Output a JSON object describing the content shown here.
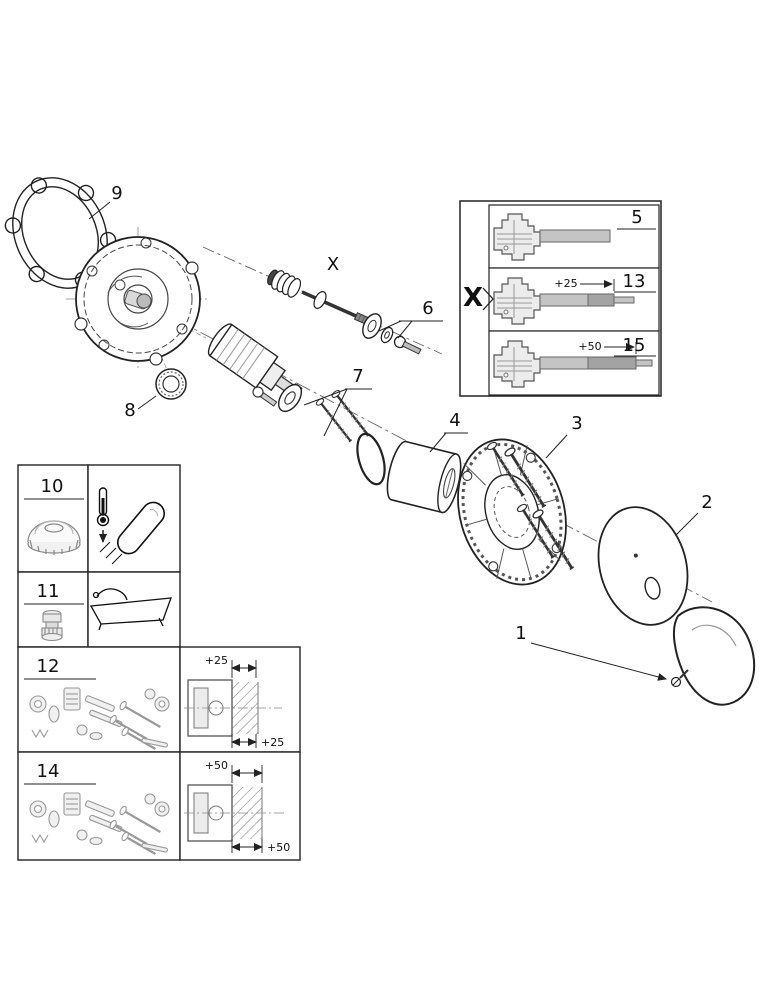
{
  "diagram": {
    "callouts": {
      "c1": "1",
      "c2": "2",
      "c3": "3",
      "c4": "4",
      "c6": "6",
      "c7": "7",
      "c8": "8",
      "c9": "9",
      "spindle_x": "X"
    },
    "variant_box": {
      "group_label": "X",
      "rows": [
        {
          "label": "5",
          "dimension": ""
        },
        {
          "label": "13",
          "dimension": "+25"
        },
        {
          "label": "15",
          "dimension": "+50"
        }
      ]
    },
    "table": {
      "row10": {
        "label": "10"
      },
      "row11": {
        "label": "11"
      },
      "row12": {
        "label": "12",
        "dim_top": "+25",
        "dim_bottom": "+25"
      },
      "row14": {
        "label": "14",
        "dim_top": "+50",
        "dim_bottom": "+50"
      }
    }
  }
}
